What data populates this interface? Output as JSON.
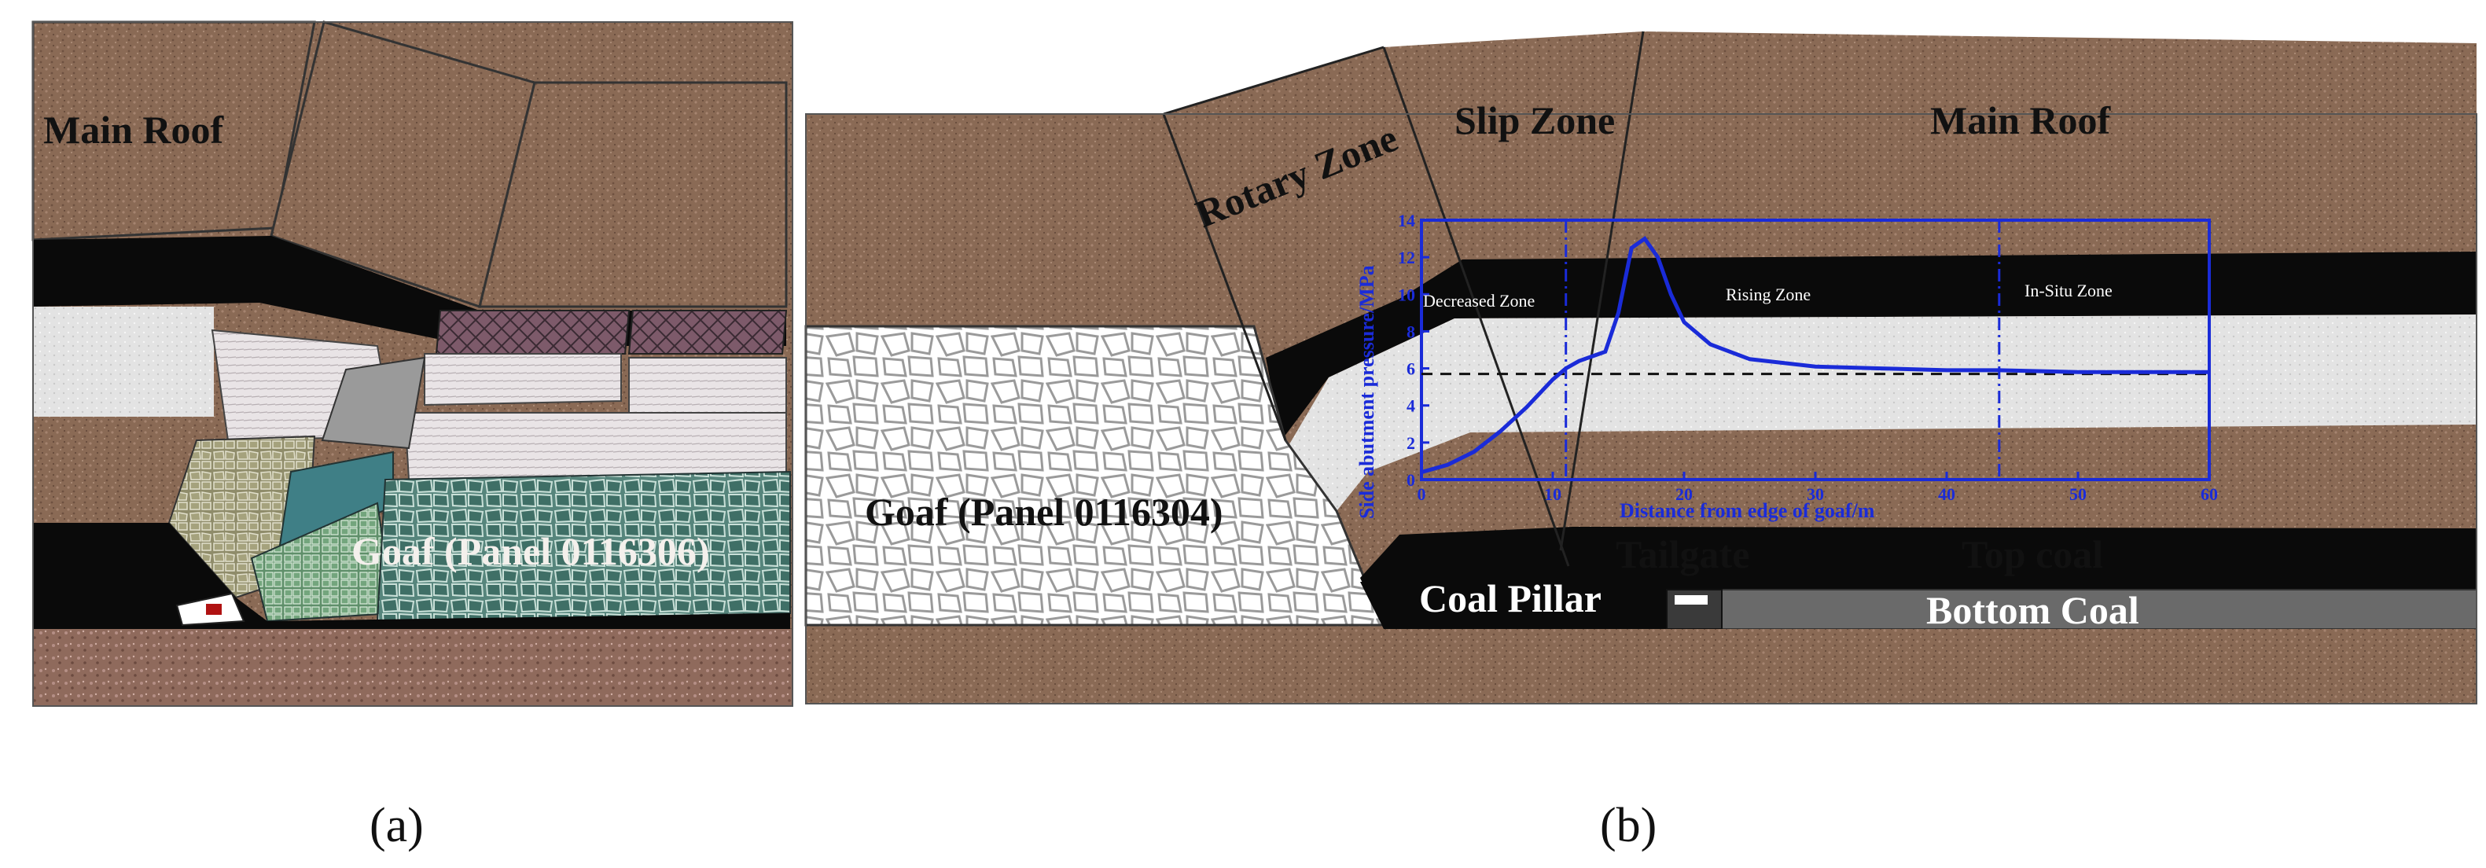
{
  "panel_a": {
    "main_roof": "Main Roof",
    "goaf": "Goaf (Panel 0116306)",
    "tag": "(a)"
  },
  "panel_b": {
    "slip_zone": "Slip Zone",
    "main_roof": "Main Roof",
    "rotary_zone": "Rotary Zone",
    "goaf": "Goaf (Panel 0116304)",
    "tailgate": "Tailgate",
    "top_coal": "Top coal",
    "coal_pillar": "Coal Pillar",
    "bottom_coal": "Bottom Coal",
    "tag": "(b)"
  },
  "colors": {
    "chart_accent": "#1a2bd8",
    "coal": "#0a0a0a",
    "roof_rock": "#8a6a55"
  },
  "chart_data": {
    "type": "line",
    "title": "",
    "xlabel": "Distance from edge of goaf/m",
    "ylabel": "Side abutment pressure/MPa",
    "xlim": [
      0,
      60
    ],
    "ylim": [
      0,
      14
    ],
    "xticks": [
      0,
      10,
      20,
      30,
      40,
      50,
      60
    ],
    "yticks": [
      0,
      2,
      4,
      6,
      8,
      10,
      12,
      14
    ],
    "insitu_reference": 5.7,
    "zone_boundaries": [
      11,
      44
    ],
    "zones": [
      {
        "label": "Decreased Zone"
      },
      {
        "label": "Rising Zone"
      },
      {
        "label": "In-Situ Zone"
      }
    ],
    "series": [
      {
        "x": [
          0,
          2,
          4,
          6,
          8,
          10,
          11,
          12,
          14,
          15,
          16,
          17,
          18,
          19,
          20,
          22,
          25,
          30,
          35,
          40,
          44,
          50,
          55,
          60
        ],
        "y": [
          0.4,
          0.8,
          1.5,
          2.6,
          3.9,
          5.4,
          6.0,
          6.4,
          6.9,
          9.0,
          12.5,
          13.0,
          12.0,
          10.0,
          8.5,
          7.3,
          6.5,
          6.1,
          6.0,
          5.9,
          5.9,
          5.8,
          5.8,
          5.8
        ]
      }
    ]
  }
}
